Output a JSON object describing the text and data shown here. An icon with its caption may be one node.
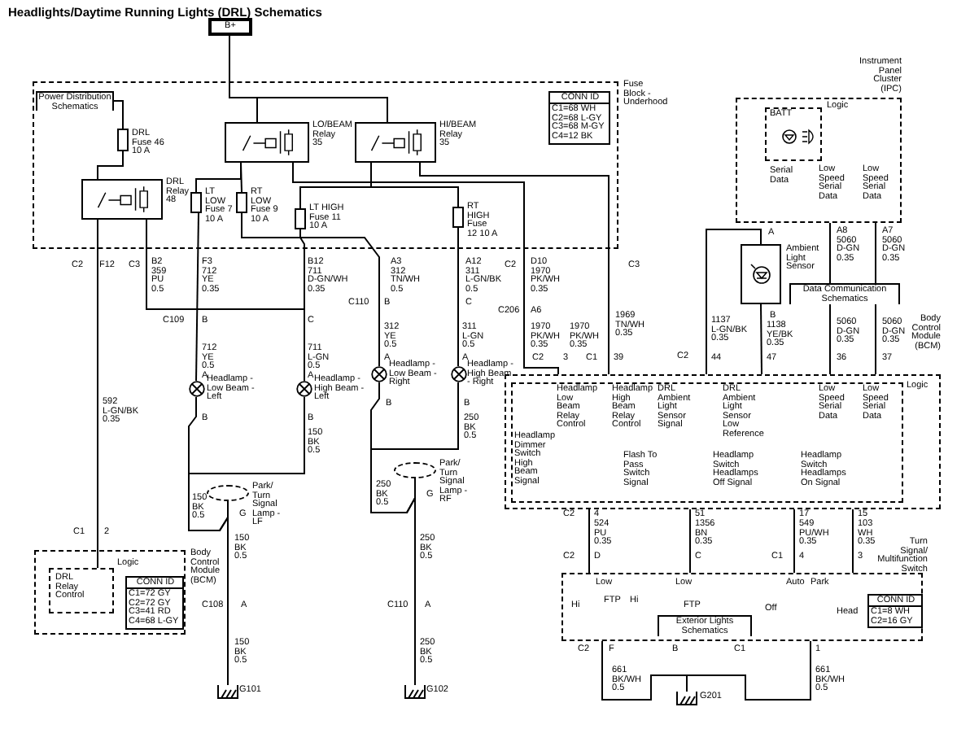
{
  "diagram": {
    "title": "Headlights/Daytime Running Lights (DRL) Schematics",
    "nodes": [
      {
        "text": [
          "B+"
        ]
      },
      {
        "text": [
          "Fuse Block - Underhood"
        ]
      },
      {
        "text": [
          "DRL Fuse 46 10 A"
        ],
        "in": 1
      },
      {
        "text": [
          "DRL Relay 48"
        ],
        "in": 1
      },
      {
        "text": [
          "LO/BEAM Relay 35"
        ],
        "in": 1
      },
      {
        "text": [
          "HI/BEAM Relay 35"
        ],
        "in": 1
      },
      {
        "text": [
          "LT LOW Fuse 7 10 A"
        ],
        "in": 1
      },
      {
        "text": [
          "RT LOW Fuse 9 10 A"
        ],
        "in": 1
      },
      {
        "text": [
          "LT HIGH Fuse 11 10 A"
        ],
        "in": 1
      },
      {
        "text": [
          "RT HIGH Fuse 12 10 A"
        ],
        "in": 1
      },
      {
        "text": [
          "Headlamp - Low Beam - Left"
        ]
      },
      {
        "text": [
          "Headlamp - High Beam - Left"
        ]
      },
      {
        "text": [
          "Headlamp - Low Beam - Right"
        ]
      },
      {
        "text": [
          "Headlamp - High Beam - Right"
        ]
      },
      {
        "text": [
          "Park/ Turn Signal Lamp - LF"
        ]
      },
      {
        "text": [
          "Park/ Turn Signal Lamp - RF"
        ]
      },
      {
        "text": [
          "G101"
        ]
      },
      {
        "text": [
          "G102"
        ]
      },
      {
        "text": [
          "G201"
        ]
      },
      {
        "text": [
          "Body Control Module (BCM)"
        ]
      },
      {
        "text": [
          "Logic",
          "DRL Relay Control"
        ],
        "in": 19
      },
      {
        "text": [
          "Instrument Panel Cluster (IPC)"
        ]
      },
      {
        "text": [
          "BATT",
          "Logic"
        ],
        "in": 21
      },
      {
        "text": [
          "Ambient Light Sensor"
        ]
      },
      {
        "text": [
          "Body Control Module (BCM)"
        ]
      },
      {
        "text": [
          "Logic"
        ],
        "in": 24
      },
      {
        "text": [
          "Turn Signal/ Multifunction Switch"
        ]
      },
      {
        "text": [
          "Data Communication Schematics"
        ]
      },
      {
        "text": [
          "Exterior Lights Schematics"
        ],
        "in": 26
      },
      {
        "text": [
          "Power Distribution Schematics"
        ],
        "in": 1
      },
      {
        "text": [
          "CONN ID",
          "C1=68 WH",
          "C2=68 L-GY",
          "C3=68 M-GY",
          "C4=12 BK"
        ],
        "in": 1
      },
      {
        "text": [
          "CONN ID",
          "C1=72 GY",
          "C2=72 GY",
          "C3=41 RD",
          "C4=68 L-GY"
        ],
        "in": 19
      },
      {
        "text": [
          "CONN ID",
          "C1=8 WH",
          "C2=16 GY"
        ],
        "in": 26
      }
    ],
    "edges": [
      {
        "from": 0,
        "to": 4,
        "arrow": "none"
      },
      {
        "from": 0,
        "to": 5,
        "arrow": "none"
      },
      {
        "from": 29,
        "to": 2,
        "arrow": "none"
      },
      {
        "from": 2,
        "to": 3,
        "arrow": "none"
      },
      {
        "from": 4,
        "to": 6,
        "arrow": "none"
      },
      {
        "from": 4,
        "to": 7,
        "arrow": "none"
      },
      {
        "from": 5,
        "to": 8,
        "arrow": "none"
      },
      {
        "from": 5,
        "to": 9,
        "arrow": "none"
      },
      {
        "from": 6,
        "to": 10,
        "arrow": "none"
      },
      {
        "from": 7,
        "to": 12,
        "arrow": "none"
      },
      {
        "from": 8,
        "to": 11,
        "arrow": "none"
      },
      {
        "from": 9,
        "to": 13,
        "arrow": "none"
      },
      {
        "from": 3,
        "to": 11,
        "arrow": "none"
      },
      {
        "from": 3,
        "to": 20,
        "arrow": "none"
      },
      {
        "from": 10,
        "to": 16,
        "arrow": "none"
      },
      {
        "from": 11,
        "to": 16,
        "arrow": "none"
      },
      {
        "from": 14,
        "to": 16,
        "arrow": "none"
      },
      {
        "from": 12,
        "to": 17,
        "arrow": "none"
      },
      {
        "from": 13,
        "to": 17,
        "arrow": "none"
      },
      {
        "from": 15,
        "to": 17,
        "arrow": "none"
      },
      {
        "from": 4,
        "to": 24,
        "arrow": "none"
      },
      {
        "from": 5,
        "to": 24,
        "arrow": "none"
      },
      {
        "from": 23,
        "to": 24,
        "arrow": "none"
      },
      {
        "from": 23,
        "to": 24,
        "arrow": "none"
      },
      {
        "from": 21,
        "to": 27,
        "arrow": "none"
      },
      {
        "from": 21,
        "to": 27,
        "arrow": "none"
      },
      {
        "from": 27,
        "to": 24,
        "arrow": "none"
      },
      {
        "from": 27,
        "to": 24,
        "arrow": "none"
      },
      {
        "from": 24,
        "to": 26,
        "arrow": "none"
      },
      {
        "from": 24,
        "to": 26,
        "arrow": "none"
      },
      {
        "from": 24,
        "to": 26,
        "arrow": "none"
      },
      {
        "from": 24,
        "to": 26,
        "arrow": "none"
      },
      {
        "from": 26,
        "to": 18,
        "arrow": "none"
      },
      {
        "from": 26,
        "to": 18,
        "arrow": "none"
      }
    ],
    "labels": [
      "Serial Data",
      "Low Speed Serial Data",
      "Low Speed Serial Data",
      "A",
      "A8 5060 D-GN 0.35",
      "A7 5060 D-GN 0.35",
      "C2",
      "F12",
      "C3",
      "B2 359 PU 0.5",
      "F3 712 YE 0.35",
      "B12 711 D-GN/WH 0.35",
      "A3 312 TN/WH 0.5",
      "A12 311 L-GN/BK 0.5",
      "C2",
      "D10 1970 PK/WH 0.35",
      "C3",
      "C110",
      "B",
      "C",
      "C206",
      "A6",
      "C109",
      "B",
      "C",
      "312 YE 0.5",
      "311 L-GN 0.5",
      "1970 PK/WH 0.35",
      "1970 PK/WH 0.35",
      "1969 TN/WH 0.35",
      "1137 L-GN/BK 0.35",
      "B",
      "1138 YE/BK 0.35",
      "5060 D-GN 0.35",
      "5060 D-GN 0.35",
      "712 YE 0.5",
      "711 L-GN 0.5",
      "A",
      "A",
      "C2",
      "3",
      "C1",
      "39",
      "C2",
      "44",
      "47",
      "36",
      "37",
      "A",
      "A",
      "592 L-GN/BK 0.35",
      "Headlamp Low Beam Relay Control",
      "Headlamp High Beam Relay Control",
      "DRL Ambient Light Sensor Signal",
      "DRL Ambient Light Sensor Low Reference",
      "Low Speed Serial Data",
      "Low Speed Serial Data",
      "B",
      "B",
      "B",
      "B",
      "250 BK 0.5",
      "150 BK 0.5",
      "Headlamp Dimmer Switch High Beam Signal",
      "Flash To Pass Switch Signal",
      "Headlamp Switch Headlamps Off Signal",
      "Headlamp Switch Headlamps On Signal",
      "250 BK 0.5",
      "G",
      "150 BK 0.5",
      "G",
      "C2",
      "4",
      "51",
      "17",
      "15",
      "524 PU 0.35",
      "1356 BN 0.35",
      "549 PU/WH 0.35",
      "103 WH 0.35",
      "C1",
      "2",
      "150 BK 0.5",
      "250 BK 0.5",
      "C2",
      "D",
      "C",
      "C1",
      "4",
      "3",
      "Low",
      "Low",
      "Auto",
      "Park",
      "C108",
      "A",
      "C110",
      "A",
      "Hi",
      "FTP",
      "Hi",
      "FTP",
      "Off",
      "Head",
      "150 BK 0.5",
      "250 BK 0.5",
      "C2",
      "F",
      "B",
      "C1",
      "1",
      "661 BK/WH 0.5",
      "661 BK/WH 0.5"
    ]
  }
}
